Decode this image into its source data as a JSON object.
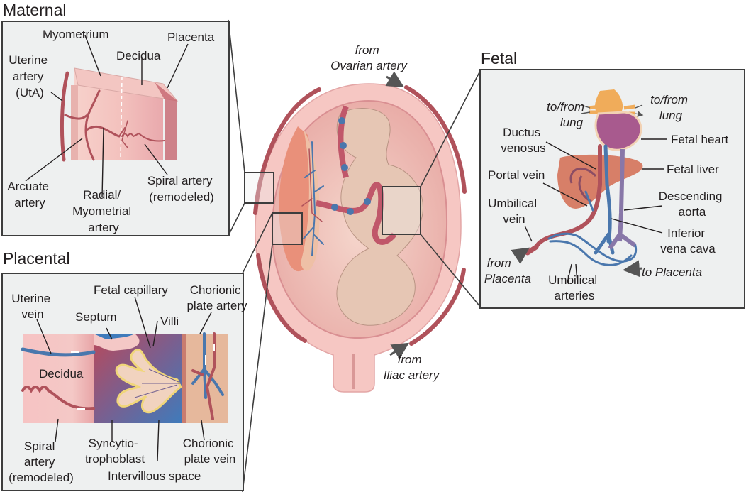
{
  "colors": {
    "artery": "#b0525b",
    "vein": "#4a77ad",
    "uterus_wall": "#f6c7c3",
    "fetus_skin": "#e6c6b4",
    "panel_bg": "#eef0f0",
    "heart": "#a85a8e",
    "great_vessels": "#f0ac5a",
    "liver": "#d77f68",
    "villus_border": "#f0d67a"
  },
  "center": {
    "ovarian_label": [
      "from",
      "Ovarian artery"
    ],
    "iliac_label": [
      "from",
      "Iliac artery"
    ]
  },
  "maternal": {
    "title": "Maternal",
    "labels": {
      "myometrium": "Myometrium",
      "placenta": "Placenta",
      "decidua": "Decidua",
      "uterine_artery": [
        "Uterine",
        "artery",
        "(UtA)"
      ],
      "arcuate_artery": [
        "Arcuate",
        "artery"
      ],
      "radial_artery": [
        "Radial/",
        "Myometrial",
        "artery"
      ],
      "spiral_artery": [
        "Spiral artery",
        "(remodeled)"
      ]
    }
  },
  "placental": {
    "title": "Placental",
    "labels": {
      "uterine_vein": [
        "Uterine",
        "vein"
      ],
      "septum": "Septum",
      "fetal_capillary": "Fetal capillary",
      "villi": "Villi",
      "chorionic_plate_artery": [
        "Chorionic",
        "plate artery"
      ],
      "decidua": "Decidua",
      "spiral_artery": [
        "Spiral",
        "artery",
        "(remodeled)"
      ],
      "syncytiotrophoblast": [
        "Syncytio-",
        "trophoblast"
      ],
      "intervillous_space": "Intervillous space",
      "chorionic_plate_vein": [
        "Chorionic",
        "plate vein"
      ]
    }
  },
  "fetal": {
    "title": "Fetal",
    "labels": {
      "to_from_lung_left": [
        "to/from",
        "lung"
      ],
      "to_from_lung_right": [
        "to/from",
        "lung"
      ],
      "ductus_venosus": [
        "Ductus",
        "venosus"
      ],
      "fetal_heart": "Fetal heart",
      "fetal_liver": "Fetal liver",
      "portal_vein": "Portal vein",
      "descending_aorta": [
        "Descending",
        "aorta"
      ],
      "umbilical_vein": [
        "Umbilical",
        "vein"
      ],
      "inferior_vena_cava": [
        "Inferior",
        "vena cava"
      ],
      "from_placenta": [
        "from",
        "Placenta"
      ],
      "umbilical_arteries": [
        "Umbilical",
        "arteries"
      ],
      "to_placenta": "to Placenta"
    }
  }
}
